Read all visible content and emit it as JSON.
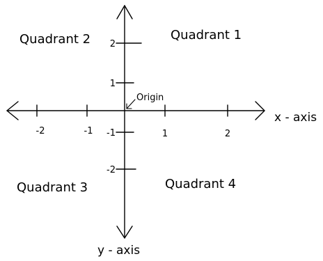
{
  "quadrants": {
    "q1": "Quadrant 1",
    "q2": "Quadrant 2",
    "q3": "Quadrant 3",
    "q4": "Quadrant 4"
  },
  "axes": {
    "x_name": "x - axis",
    "y_name": "y - axis"
  },
  "origin_label": "Origin",
  "x_ticks": [
    "-2",
    "-1",
    "1",
    "2"
  ],
  "y_ticks": [
    "2",
    "1",
    "-1",
    "-2"
  ]
}
